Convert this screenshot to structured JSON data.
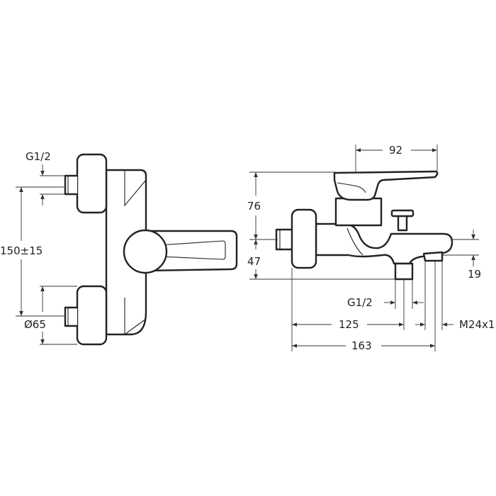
{
  "front_view": {
    "labels": {
      "inlet_thread": "G1/2",
      "inlet_spacing": "150±15",
      "rosette_diameter": "Ø65"
    }
  },
  "side_view": {
    "labels": {
      "lever_projection": "92",
      "lever_height": "76",
      "body_height": "47",
      "aerator_height": "19",
      "spout_thread": "G1/2",
      "outlet_distance": "125",
      "aerator_thread": "M24x1",
      "overall_projection": "163"
    }
  }
}
